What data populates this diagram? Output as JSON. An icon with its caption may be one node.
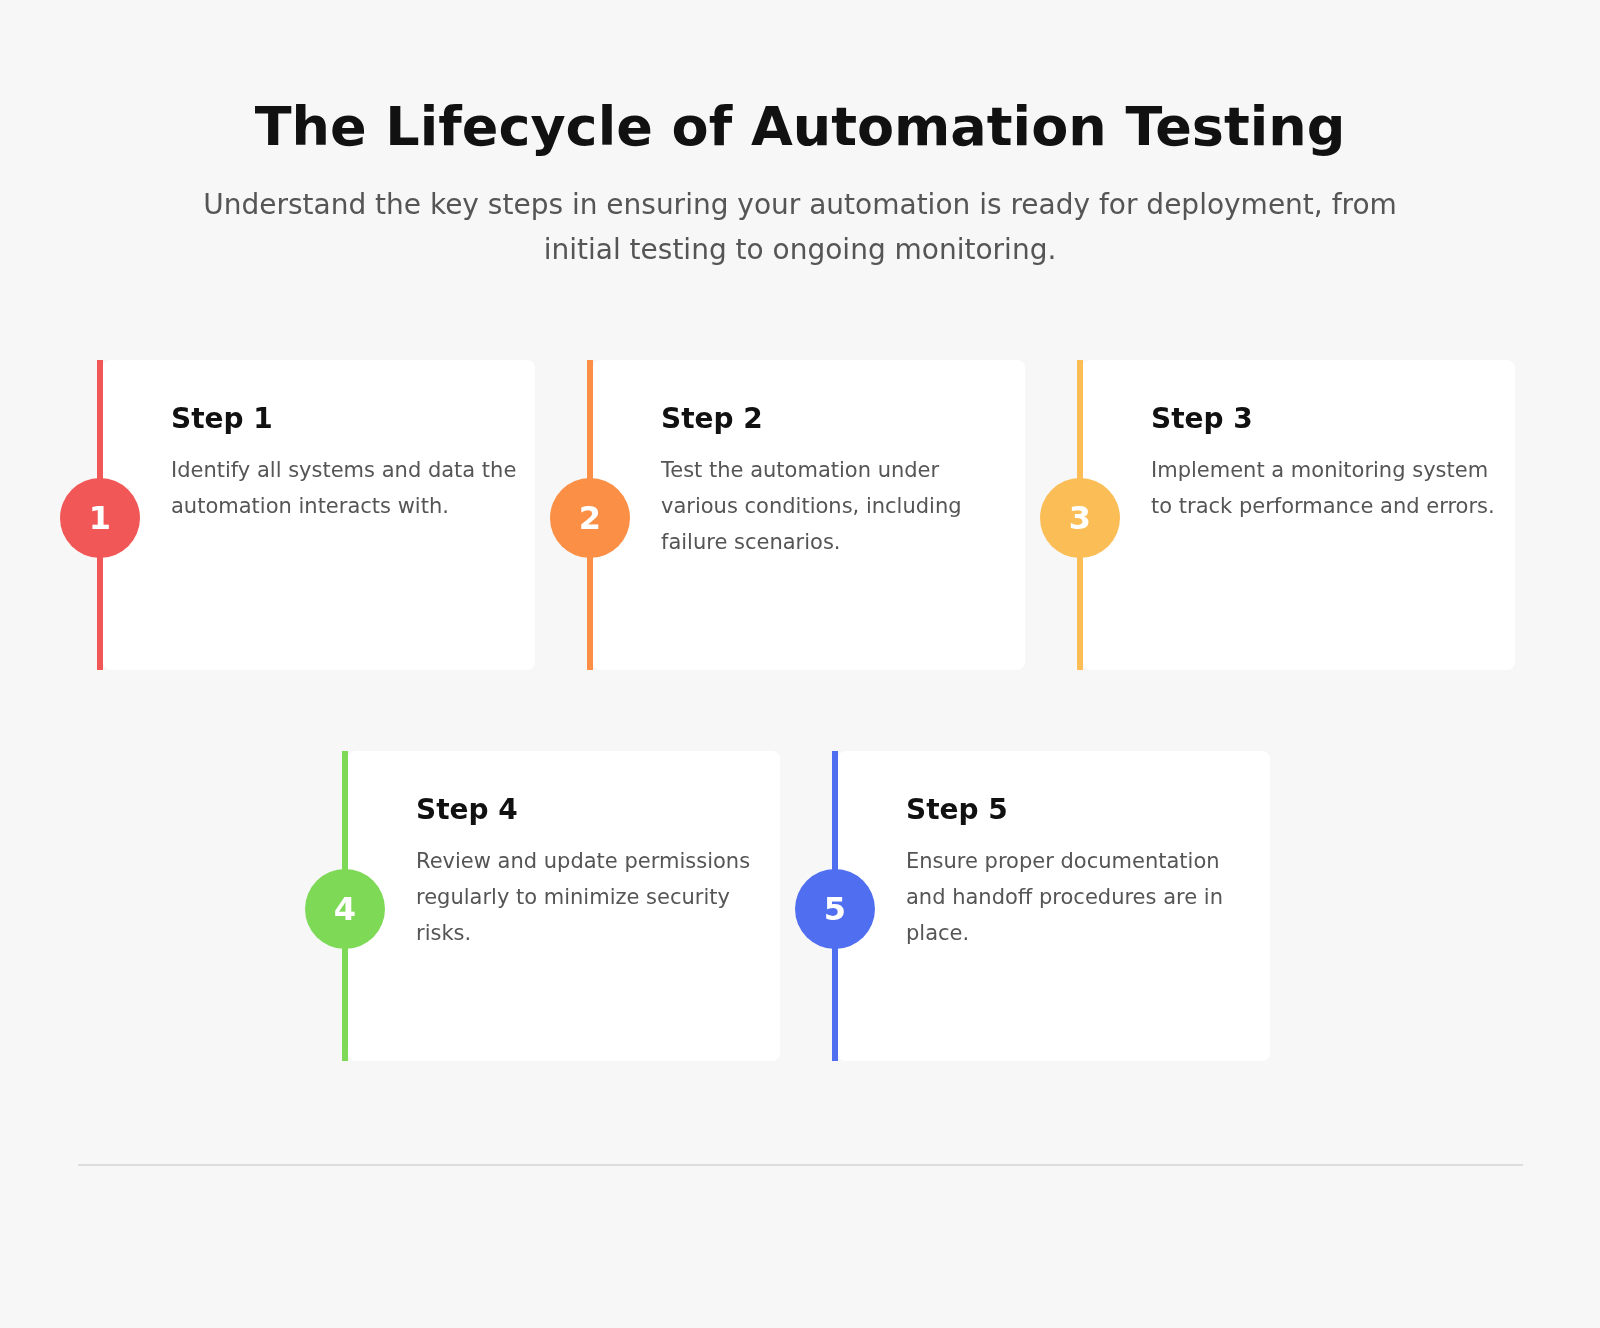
{
  "diagram": {
    "title": "The Lifecycle of Automation Testing",
    "nodes": [
      {
        "text": [
          "Step 1",
          "Identify all systems and data the automation interacts with."
        ]
      },
      {
        "text": [
          "1"
        ]
      },
      {
        "text": [
          "Step 2",
          "Test the automation under various conditions, including failure scenarios."
        ]
      },
      {
        "text": [
          "2"
        ]
      },
      {
        "text": [
          "Step 3",
          "Implement a monitoring system to track performance and errors."
        ]
      },
      {
        "text": [
          "3"
        ]
      },
      {
        "text": [
          "Step 4",
          "Review and update permissions regularly to minimize security risks."
        ]
      },
      {
        "text": [
          "4"
        ]
      },
      {
        "text": [
          "Step 5",
          "Ensure proper documentation and handoff procedures are in place."
        ]
      },
      {
        "text": [
          "5"
        ]
      }
    ],
    "edges": [],
    "labels": [
      "Understand the key steps in ensuring your automation is ready for deployment, from initial testing to ongoing monitoring."
    ]
  }
}
